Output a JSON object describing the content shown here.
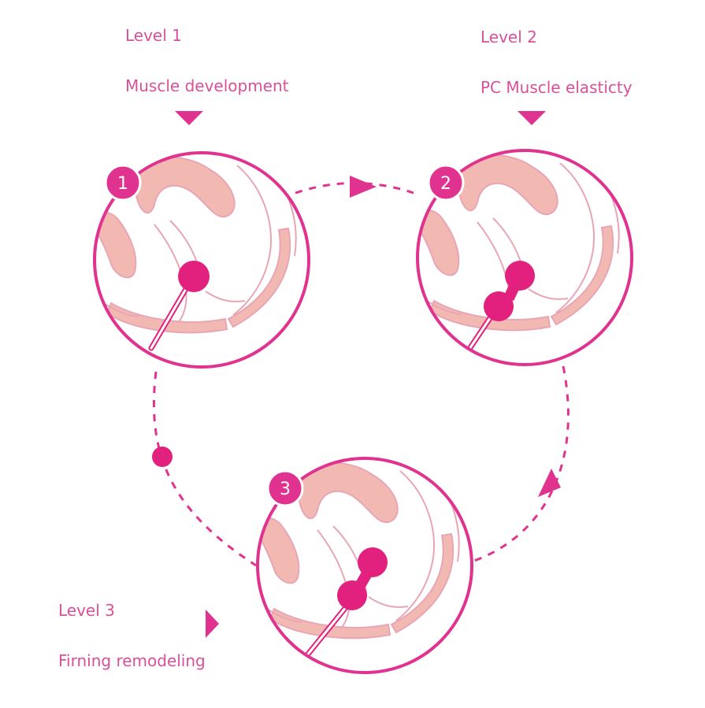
{
  "colors": {
    "accent": "#e0338f",
    "ball": "#e2217f",
    "label": "#d9509a",
    "anatomy_fill": "#f2b9b3",
    "anatomy_line": "#e8a6b4"
  },
  "steps": [
    {
      "number": "1",
      "level": "Level 1",
      "title": "Muscle development",
      "balls": 1
    },
    {
      "number": "2",
      "level": "Level 2",
      "title": "PC Muscle elasticty",
      "balls": 2
    },
    {
      "number": "3",
      "level": "Level 3",
      "title": "Firning remodeling",
      "balls": 2
    }
  ]
}
